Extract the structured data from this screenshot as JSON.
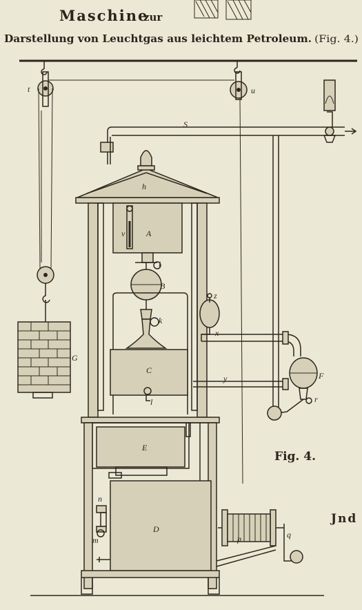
{
  "title": {
    "line1_main": "Maschine",
    "line1_small": "zur",
    "line2": "Darstellung von Leuchtgas aus leichtem Petroleum.",
    "line2_ref": "(Fig. 4.)"
  },
  "figure_label": "Fig. 4.",
  "edge_text": "Jnd",
  "labels": {
    "t": "t",
    "u": "u",
    "S": "S",
    "h": "h",
    "A": "A",
    "v": "v",
    "i": "i",
    "B": "B",
    "k": "k",
    "z": "z",
    "x": "x",
    "G": "G",
    "C": "C",
    "l": "l",
    "y": "y",
    "F": "F",
    "r": "r",
    "E": "E",
    "n": "n",
    "D": "D",
    "m": "m",
    "p": "p",
    "q": "q"
  }
}
